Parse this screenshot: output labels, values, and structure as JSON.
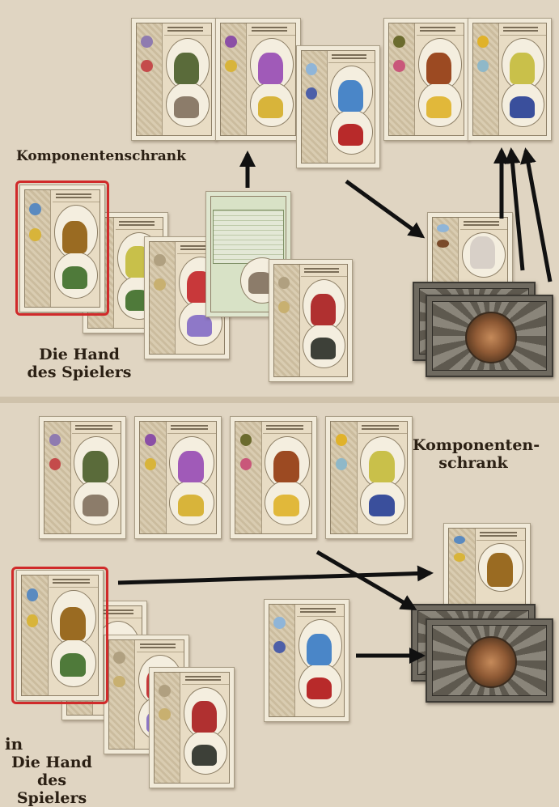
{
  "labels": {
    "top_cabinet": "Komponentenschrank",
    "top_hand": "Die Hand\ndes Spielers",
    "bottom_cabinet": "Komponenten-\nschrank",
    "bottom_in": "in",
    "bottom_hand": "Die Hand\ndes Spielers"
  },
  "colors": {
    "background": "#e0d5c2",
    "card_face": "#f1ead9",
    "highlight": "#d02a2a",
    "arrow": "#111111",
    "card_back": "#6f6a60"
  },
  "icons": [
    "potion-flask-icon",
    "dragon-icon",
    "feather-icon",
    "crystal-icon",
    "bomb-icon",
    "urn-icon",
    "herb-icon",
    "bird-icon",
    "gear-medallion-icon"
  ]
}
